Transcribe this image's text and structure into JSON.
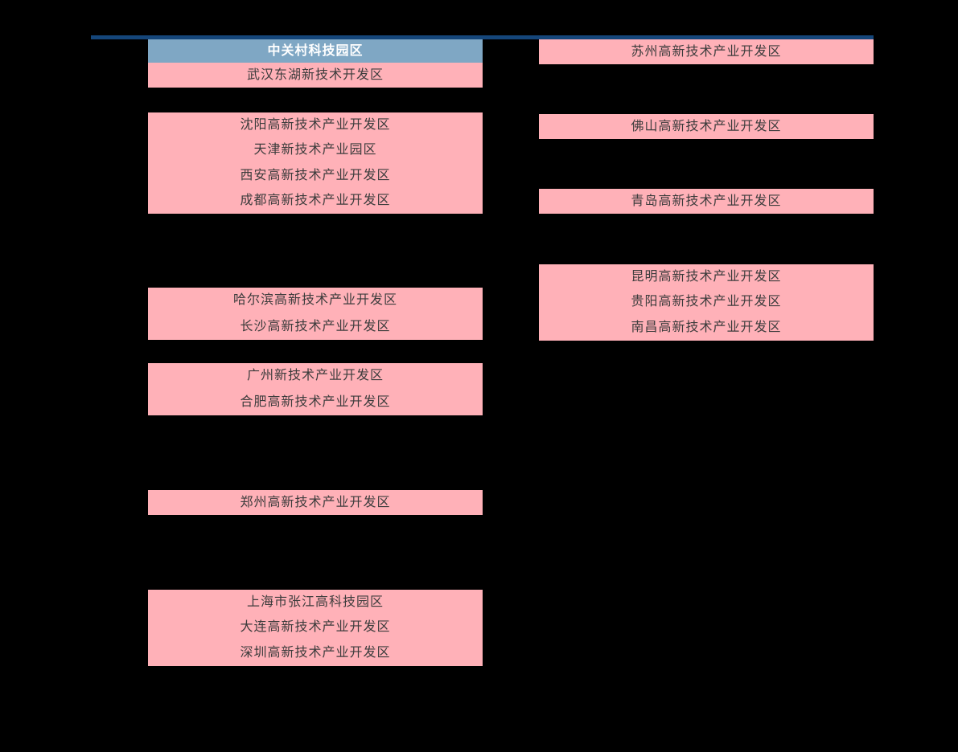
{
  "colors": {
    "background": "#000000",
    "cell_pink": "#ffb1b8",
    "header_blue": "#7fa7c4",
    "divider_navy": "#15467a",
    "cell_text": "#3c3c3c",
    "header_text": "#ffffff"
  },
  "columns": [
    {
      "side": "left",
      "boxes": [
        {
          "kind": "header",
          "rows": [
            "中关村科技园区"
          ]
        },
        {
          "kind": "cell",
          "rows": [
            "武汉东湖新技术开发区"
          ]
        },
        {
          "kind": "cell",
          "rows": [
            "沈阳高新技术产业开发区",
            "天津新技术产业园区",
            "西安高新技术产业开发区",
            "成都高新技术产业开发区"
          ]
        },
        {
          "kind": "cell",
          "rows": [
            "哈尔滨高新技术产业开发区",
            "长沙高新技术产业开发区"
          ]
        },
        {
          "kind": "cell",
          "rows": [
            "广州新技术产业开发区",
            "合肥高新技术产业开发区"
          ]
        },
        {
          "kind": "cell",
          "rows": [
            "郑州高新技术产业开发区"
          ]
        },
        {
          "kind": "cell",
          "rows": [
            "上海市张江高科技园区",
            "大连高新技术产业开发区",
            "深圳高新技术产业开发区"
          ]
        }
      ]
    },
    {
      "side": "right",
      "boxes": [
        {
          "kind": "cell",
          "rows": [
            "苏州高新技术产业开发区"
          ]
        },
        {
          "kind": "cell",
          "rows": [
            "佛山高新技术产业开发区"
          ]
        },
        {
          "kind": "cell",
          "rows": [
            "青岛高新技术产业开发区"
          ]
        },
        {
          "kind": "cell",
          "rows": [
            "昆明高新技术产业开发区",
            "贵阳高新技术产业开发区",
            "南昌高新技术产业开发区"
          ]
        }
      ]
    }
  ]
}
